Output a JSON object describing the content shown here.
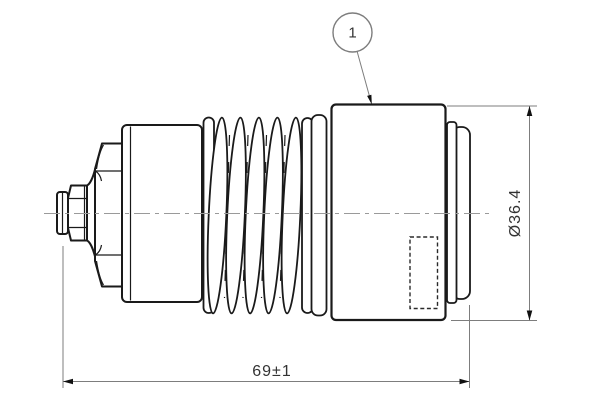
{
  "drawing": {
    "balloon": {
      "number": "1"
    },
    "dimensions": {
      "length": "69±1",
      "diameter": "Ø36.4"
    },
    "colors": {
      "line": "#1a1a1a",
      "dimension": "#7d7d7d",
      "centerline": "#9a9a9a",
      "background": "#ffffff"
    }
  }
}
